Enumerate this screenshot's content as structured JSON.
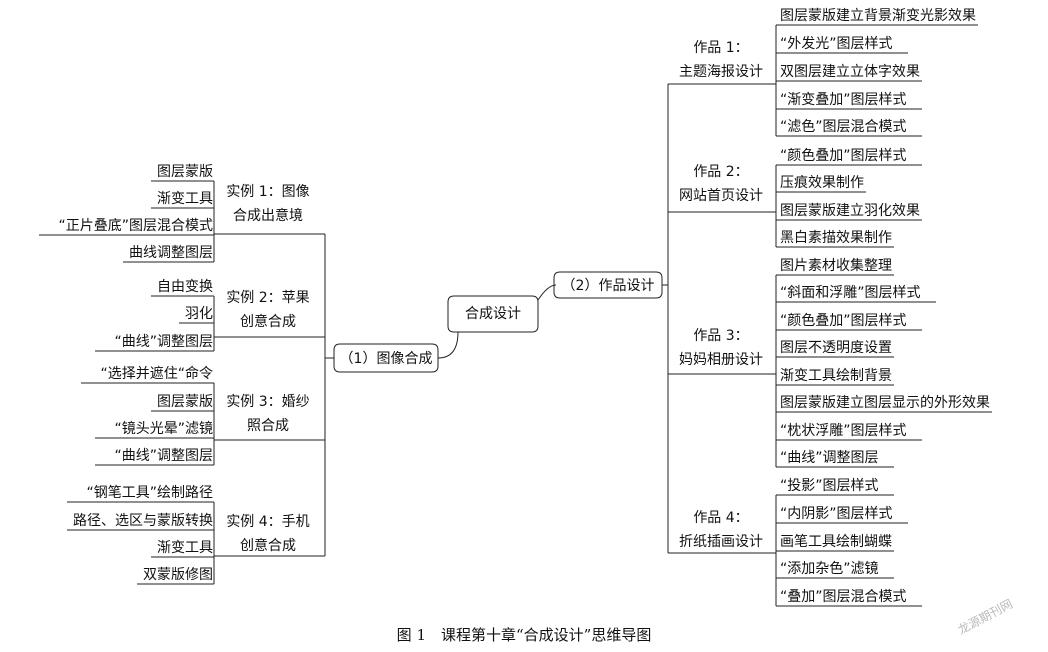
{
  "center": "合成设计",
  "left": {
    "label": "（1）图像合成",
    "examples": [
      {
        "title": [
          "实例 1：图像",
          "合成出意境"
        ],
        "leaves": [
          "图层蒙版",
          "渐变工具",
          "“正片叠底”图层混合模式",
          "曲线调整图层"
        ]
      },
      {
        "title": [
          "实例 2：苹果",
          "创意合成"
        ],
        "leaves": [
          "自由变换",
          "羽化",
          "“曲线”调整图层"
        ]
      },
      {
        "title": [
          "实例 3：婚纱",
          "照合成"
        ],
        "leaves": [
          "“选择并遮住“命令",
          "图层蒙版",
          "“镜头光晕”滤镜",
          "“曲线”调整图层"
        ]
      },
      {
        "title": [
          "实例 4：手机",
          "创意合成"
        ],
        "leaves": [
          "“钢笔工具”绘制路径",
          "路径、选区与蒙版转换",
          "渐变工具",
          "双蒙版修图"
        ]
      }
    ]
  },
  "right": {
    "label": "（2）作品设计",
    "works": [
      {
        "title": [
          "作品 1：",
          "主题海报设计"
        ],
        "leaves": [
          "图层蒙版建立背景渐变光影效果",
          "“外发光”图层样式",
          "双图层建立立体字效果",
          "“渐变叠加”图层样式",
          "“滤色”图层混合模式"
        ]
      },
      {
        "title": [
          "作品 2：",
          "网站首页设计"
        ],
        "leaves": [
          "“颜色叠加”图层样式",
          "压痕效果制作",
          "图层蒙版建立羽化效果",
          "黑白素描效果制作"
        ]
      },
      {
        "title": [
          "作品 3：",
          "妈妈相册设计"
        ],
        "leaves": [
          "图片素材收集整理",
          "“斜面和浮雕”图层样式",
          "“颜色叠加”图层样式",
          "图层不透明度设置",
          "渐变工具绘制背景",
          "图层蒙版建立图层显示的外形效果",
          "“枕状浮雕”图层样式",
          "“曲线”调整图层"
        ]
      },
      {
        "title": [
          "作品 4：",
          "折纸插画设计"
        ],
        "leaves": [
          "“投影”图层样式",
          "“内阴影”图层样式",
          "画笔工具绘制蝴蝶",
          "“添加杂色”滤镜",
          "“叠加”图层混合模式"
        ]
      }
    ]
  },
  "caption": "图 1　课程第十章“合成设计”思维导图",
  "watermark": "龙源期刊网"
}
